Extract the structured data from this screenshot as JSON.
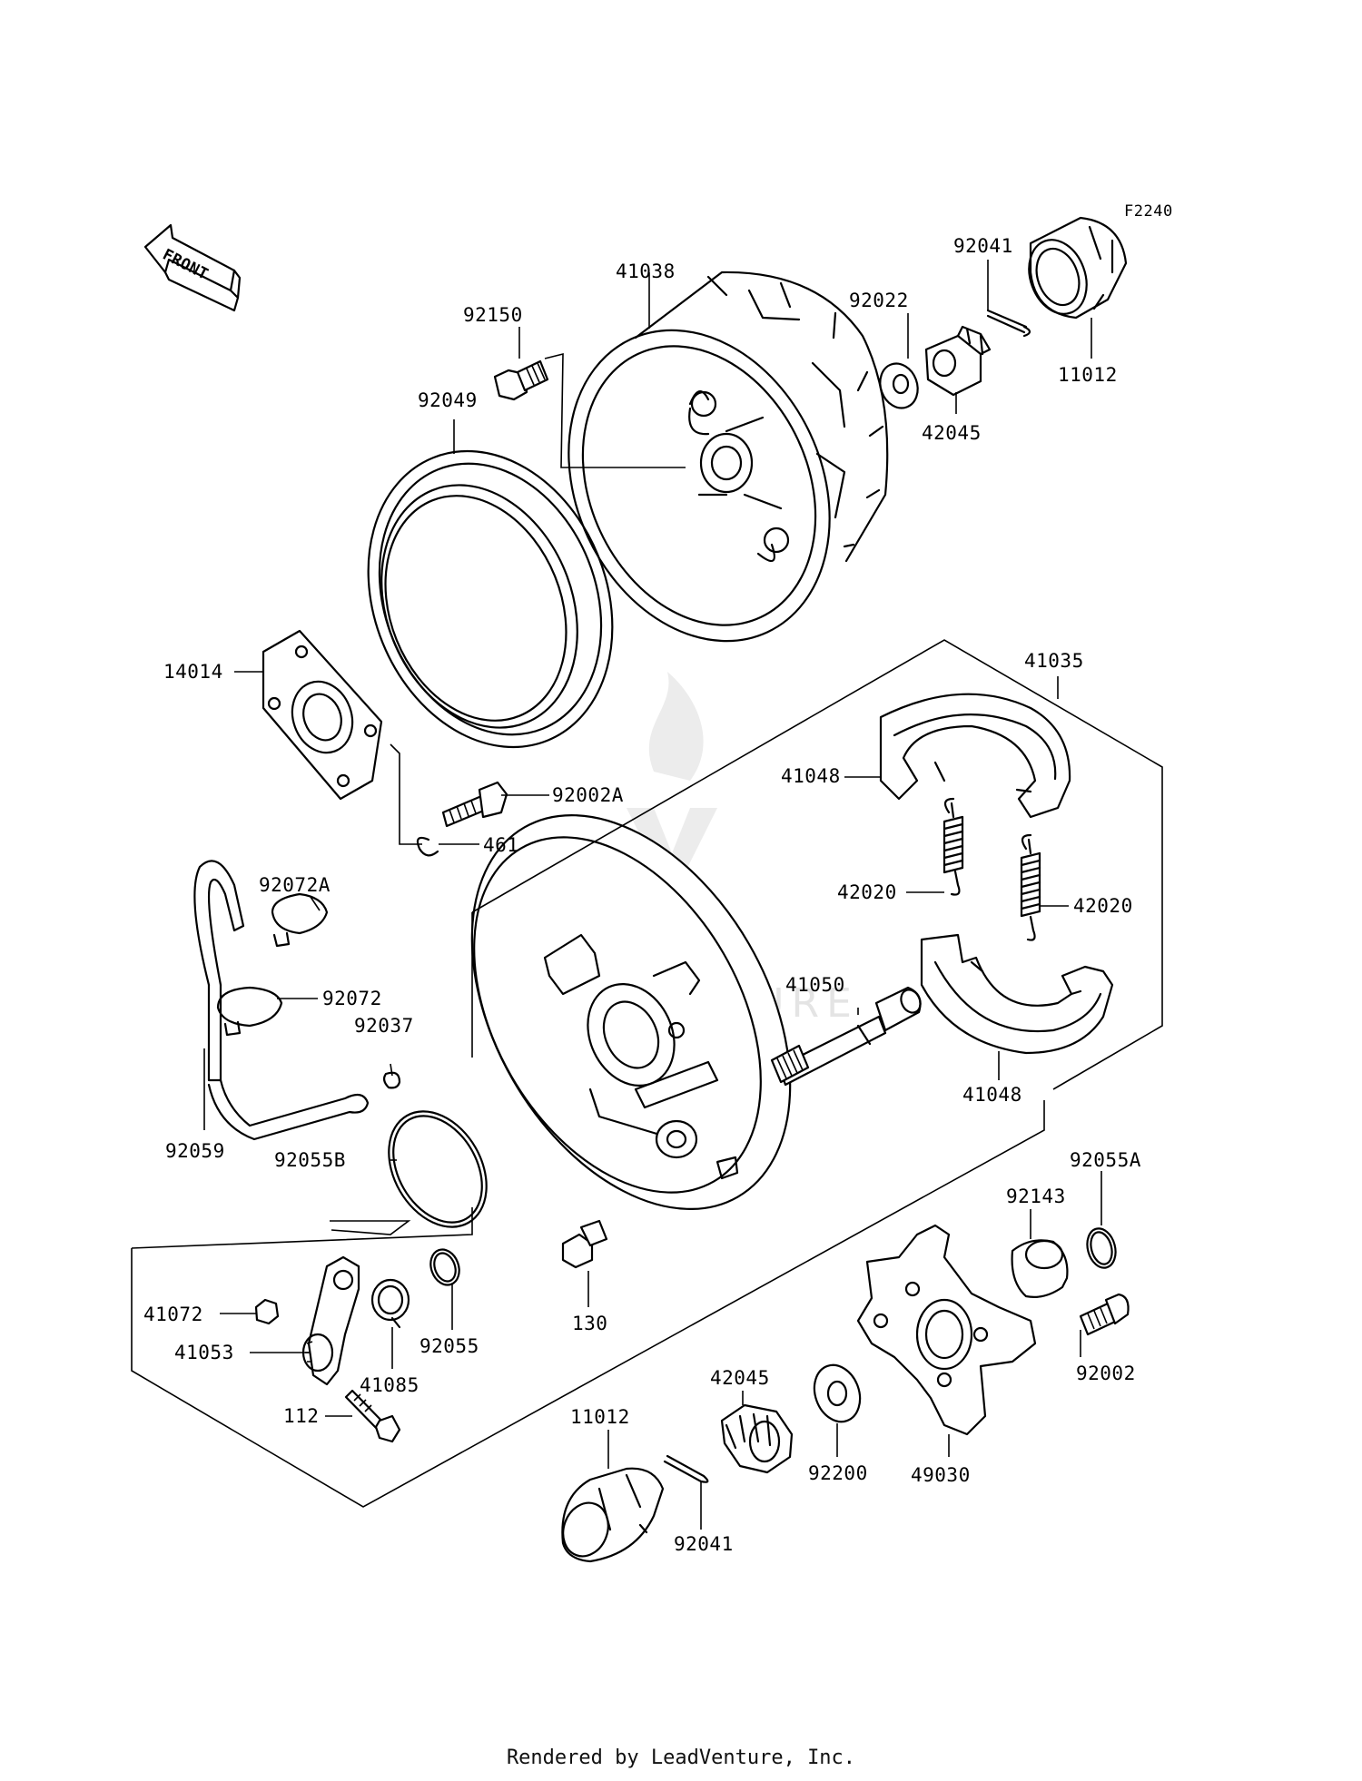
{
  "figure_code": "F2240",
  "front_arrow_label": "FRONT",
  "watermark_text": "LEADVENTURE",
  "footer": "Rendered by LeadVenture, Inc.",
  "labels": {
    "p92041_top": "92041",
    "p11012_top": "11012",
    "p41038": "41038",
    "p92022": "92022",
    "p42045_top": "42045",
    "p92150": "92150",
    "p92049": "92049",
    "p14014": "14014",
    "p92002A": "92002A",
    "p461": "461",
    "p41035": "41035",
    "p41048_top": "41048",
    "p42020_left": "42020",
    "p42020_right": "42020",
    "p92072A": "92072A",
    "p92072": "92072",
    "p92037": "92037",
    "p41050": "41050",
    "p41048_bottom": "41048",
    "p92059": "92059",
    "p92055B": "92055B",
    "p92055A": "92055A",
    "p92143": "92143",
    "p41072": "41072",
    "p41053": "41053",
    "p41085": "41085",
    "p92055": "92055",
    "p130": "130",
    "p92002": "92002",
    "p112": "112",
    "p42045_bottom": "42045",
    "p11012_bottom": "11012",
    "p92200": "92200",
    "p49030": "49030",
    "p92041_bottom": "92041"
  }
}
